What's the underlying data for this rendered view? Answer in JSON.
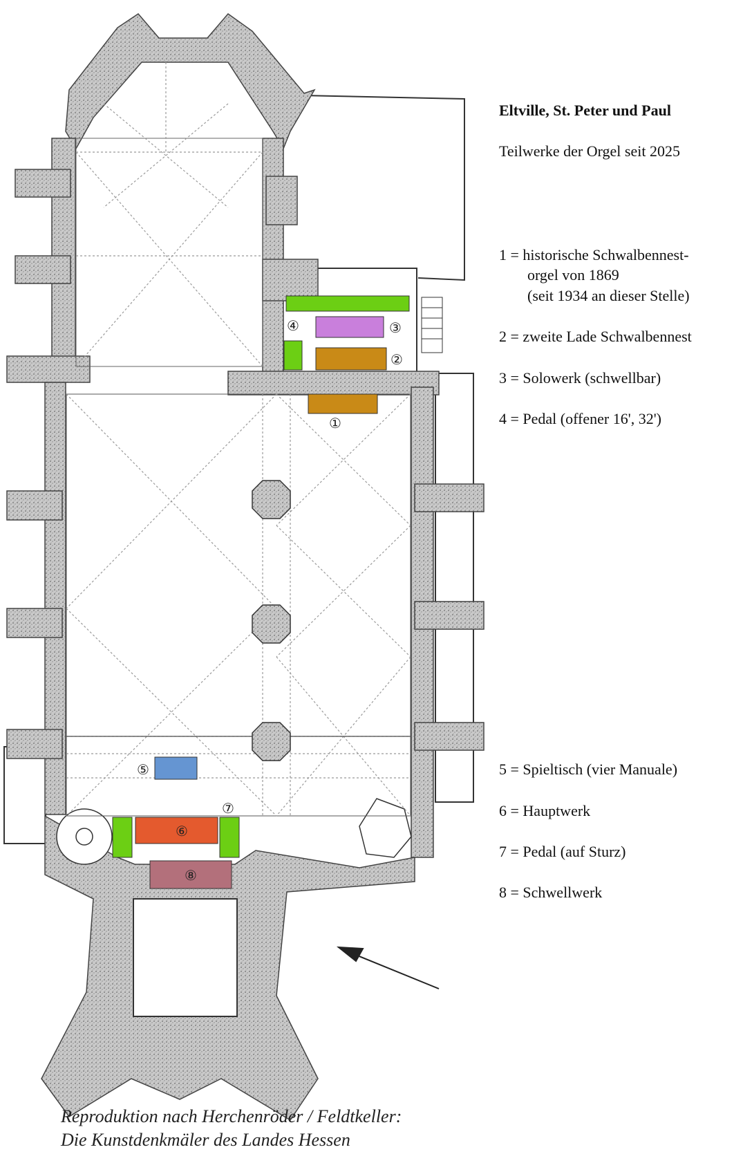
{
  "title": "Eltville, St. Peter und Paul",
  "subtitle": "Teilwerke der Orgel seit 2025",
  "legend_top": [
    {
      "num": "1",
      "text": "historische Schwalbennest-",
      "cont": [
        "orgel von 1869",
        "(seit 1934 an dieser Stelle)"
      ]
    },
    {
      "num": "2",
      "text": "zweite Lade Schwalbennest"
    },
    {
      "num": "3",
      "text": "Solowerk (schwellbar)"
    },
    {
      "num": "4",
      "text": "Pedal (offener 16', 32')"
    }
  ],
  "legend_bottom": [
    {
      "num": "5",
      "text": "Spieltisch (vier Manuale)"
    },
    {
      "num": "6",
      "text": "Hauptwerk"
    },
    {
      "num": "7",
      "text": "Pedal (auf Sturz)"
    },
    {
      "num": "8",
      "text": "Schwellwerk"
    }
  ],
  "markers": [
    "①",
    "②",
    "③",
    "④",
    "⑤",
    "⑥",
    "⑦",
    "⑧"
  ],
  "caption": [
    "Reproduktion nach Herchenröder / Feldtkeller:",
    "Die Kunstdenkmäler des Landes Hessen"
  ],
  "colors": {
    "green": "#6ccf14",
    "violet": "#c97fdc",
    "amber": "#c98a17",
    "blue": "#6595d2",
    "red": "#e45a2e",
    "mauve": "#b3707b",
    "wall": "#bdbdbd"
  }
}
